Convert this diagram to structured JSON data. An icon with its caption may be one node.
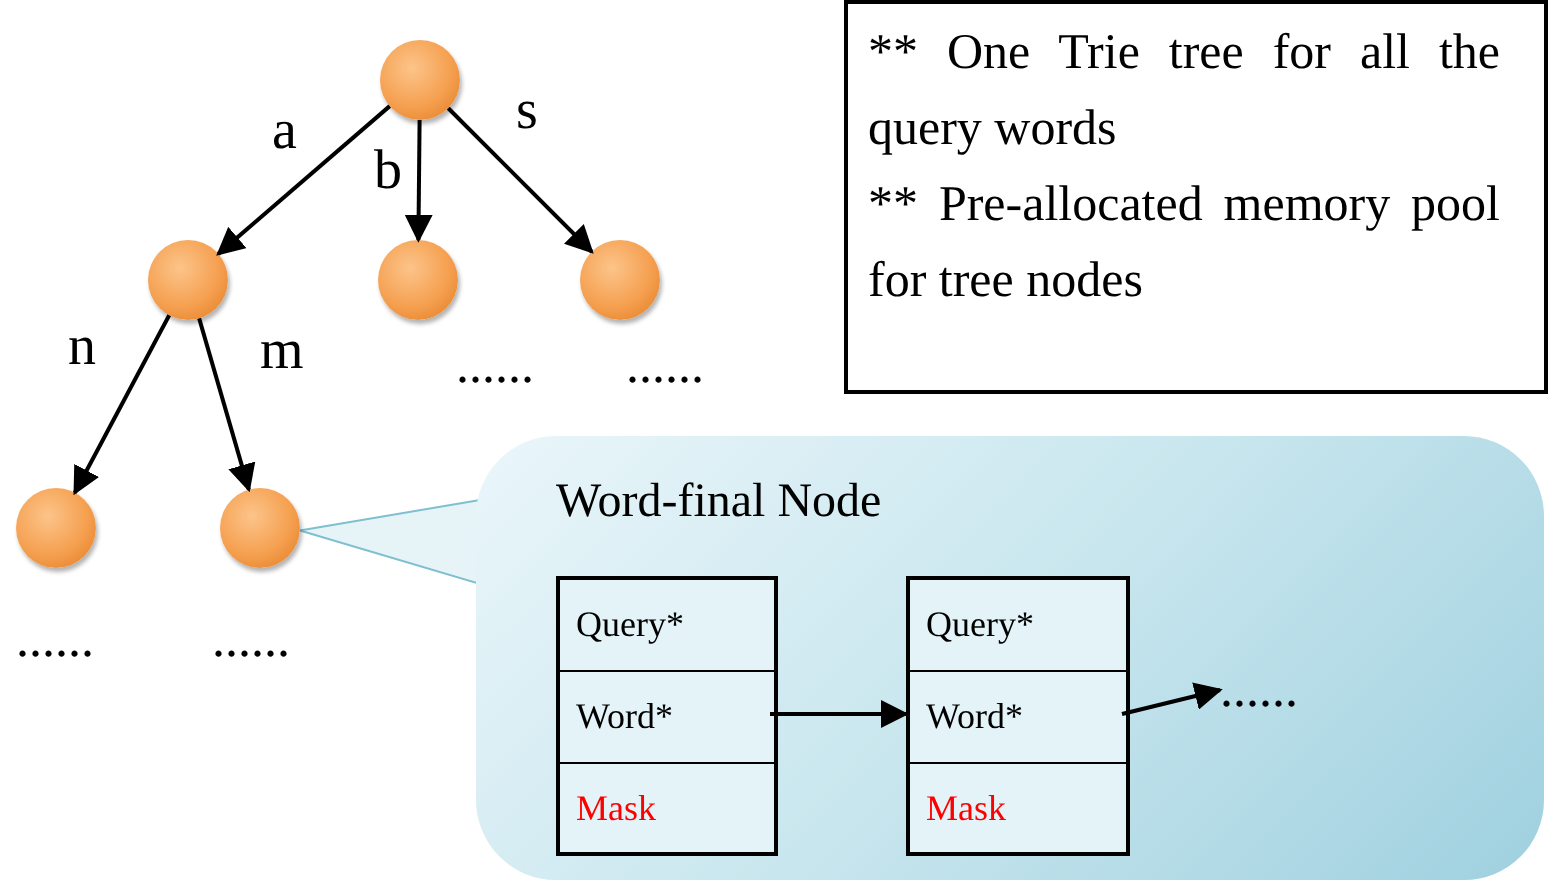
{
  "diagram": {
    "nodes": [
      {
        "text": [],
        "shape": "circle"
      },
      {
        "text": [],
        "shape": "circle"
      },
      {
        "text": [],
        "shape": "circle"
      },
      {
        "text": [],
        "shape": "circle"
      },
      {
        "text": [],
        "shape": "circle"
      },
      {
        "text": [],
        "shape": "circle"
      },
      {
        "text": [
          "** One Trie tree for all the query words",
          "** Pre-allocated memory pool for tree nodes"
        ]
      },
      {
        "text": [
          "Word-final Node"
        ]
      },
      {
        "text": [],
        "shape": "box",
        "in": 7
      },
      {
        "text": [
          "Query*"
        ],
        "in": 8
      },
      {
        "text": [
          "Word*"
        ],
        "in": 8
      },
      {
        "text": [
          "Mask"
        ],
        "in": 8
      },
      {
        "text": [],
        "shape": "box",
        "in": 7
      },
      {
        "text": [
          "Query*"
        ],
        "in": 12
      },
      {
        "text": [
          "Word*"
        ],
        "in": 12
      },
      {
        "text": [
          "Mask"
        ],
        "in": 12
      },
      {
        "text": [
          "......"
        ],
        "in": 7
      }
    ],
    "edges": [
      {
        "from": 0,
        "to": 1,
        "arrow": "to",
        "label": "a"
      },
      {
        "from": 0,
        "to": 2,
        "arrow": "to",
        "label": "b"
      },
      {
        "from": 0,
        "to": 3,
        "arrow": "to",
        "label": "s"
      },
      {
        "from": 1,
        "to": 4,
        "arrow": "to",
        "label": "n"
      },
      {
        "from": 1,
        "to": 5,
        "arrow": "to",
        "label": "m"
      },
      {
        "from": 7,
        "to": 5,
        "arrow": "none"
      },
      {
        "from": 10,
        "to": 14,
        "arrow": "to"
      },
      {
        "from": 14,
        "to": 16,
        "arrow": "to"
      }
    ],
    "labels": [
      "......",
      "......",
      "......",
      "......"
    ]
  }
}
